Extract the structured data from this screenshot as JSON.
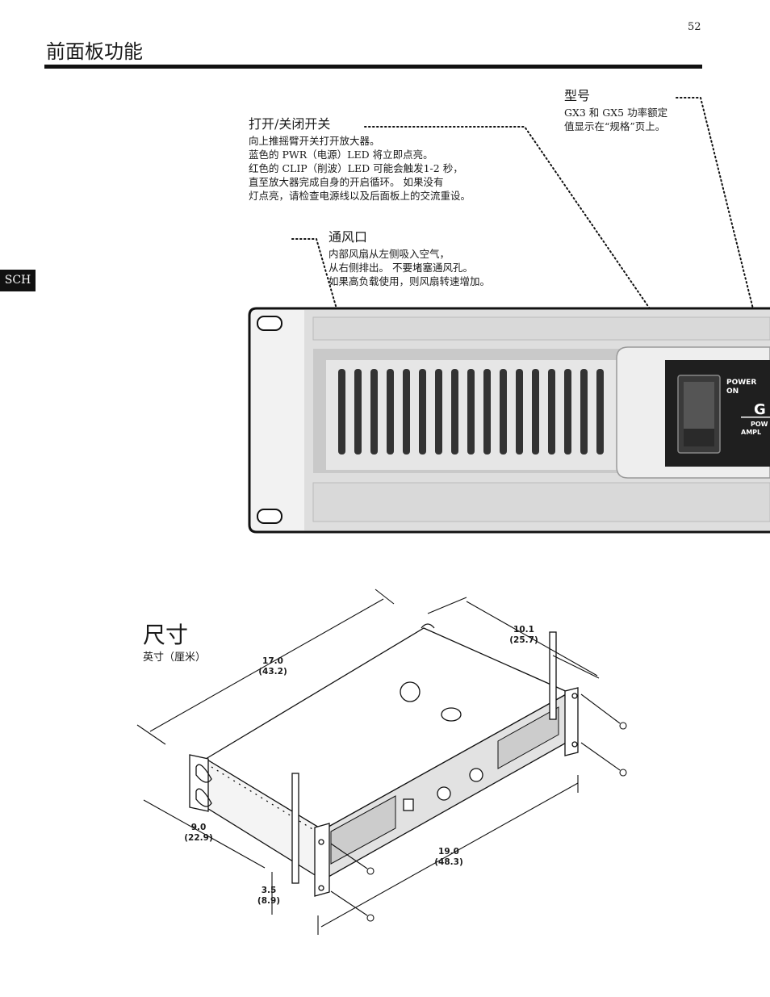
{
  "page": {
    "number": "52",
    "title": "前面板功能",
    "language_tab": "SCH"
  },
  "callouts": {
    "power_switch": {
      "heading": "打开/关闭开关",
      "lines": [
        "向上推摇臂开关打开放大器。",
        "蓝色的 PWR（电源）LED 将立即点亮。",
        "红色的 CLIP（削波）LED 可能会触发1-2 秒，",
        "直至放大器完成自身的开启循环。 如果没有",
        "灯点亮，请检查电源线以及后面板上的交流重设。"
      ]
    },
    "ventilation": {
      "heading": "通风口",
      "lines": [
        "内部风扇从左侧吸入空气，",
        "从右侧排出。 不要堵塞通风孔。",
        "如果高负载使用，则风扇转速增加。"
      ]
    },
    "model": {
      "heading": "型号",
      "lines": [
        "GX3 和 GX5 功率额定",
        "值显示在“规格”页上。"
      ]
    }
  },
  "panel": {
    "power_label_1": "POWER",
    "power_label_2": "ON",
    "model_partial": "G",
    "sub_label_1": "POW",
    "sub_label_2": "AMPL"
  },
  "dimensions": {
    "heading": "尺寸",
    "units": "英寸（厘米）",
    "depth": {
      "in": "17.0",
      "cm": "(43.2)"
    },
    "handle": {
      "in": "10.1",
      "cm": "(25.7)"
    },
    "rack_depth": {
      "in": "9.0",
      "cm": "(22.9)"
    },
    "height": {
      "in": "3.5",
      "cm": "(8.9)"
    },
    "width": {
      "in": "19.0",
      "cm": "(48.3)"
    }
  }
}
